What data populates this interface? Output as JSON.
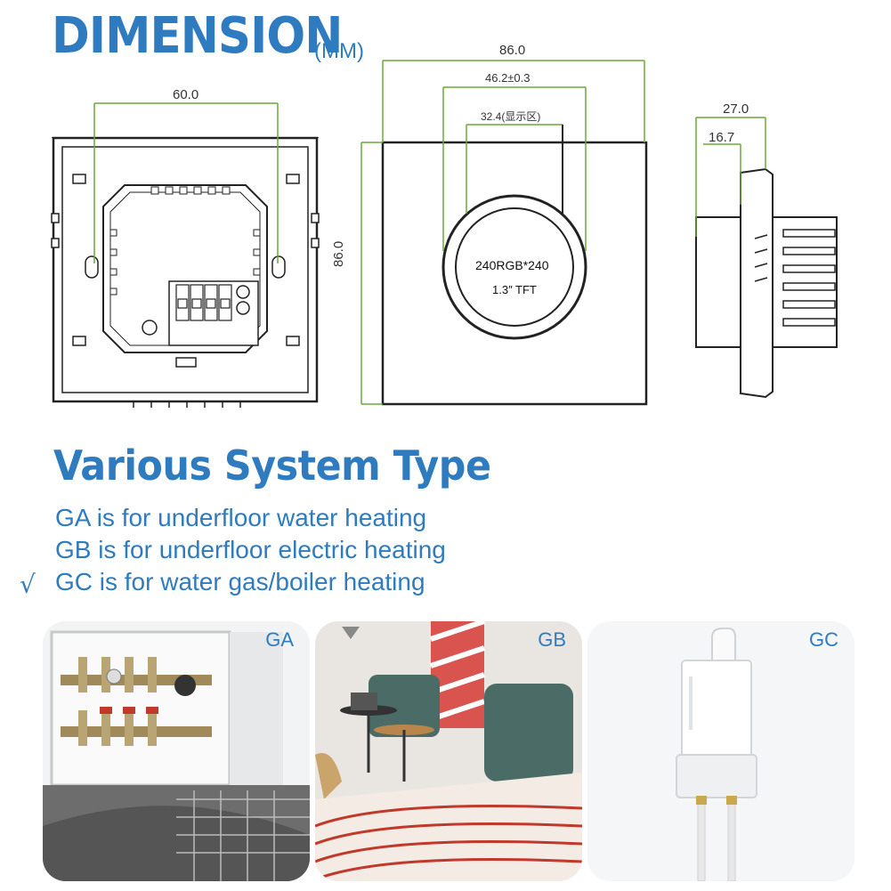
{
  "header": {
    "title": "DIMENSION",
    "unit": "(MM)"
  },
  "back_view": {
    "width_label": "60.0"
  },
  "front_view": {
    "width_label": "86.0",
    "height_label": "86.0",
    "bezel_label": "46.2±0.3",
    "display_area_label": "32.4(显示区)",
    "screen_resolution": "240RGB*240",
    "screen_type": "1.3″ TFT"
  },
  "side_view": {
    "depth_label": "27.0",
    "body_label": "16.7"
  },
  "systems": {
    "title": "Various System Type",
    "check_mark": "√",
    "items": [
      {
        "text": "GA is for underfloor water heating"
      },
      {
        "text": "GB is for underfloor electric heating"
      },
      {
        "text": "GC is for water gas/boiler heating"
      }
    ]
  },
  "panels": [
    {
      "label": "GA"
    },
    {
      "label": "GB"
    },
    {
      "label": "GC"
    }
  ],
  "colors": {
    "accent": "#2e7bbf",
    "dimension_line": "#6aaa3a",
    "outline": "#222222"
  }
}
